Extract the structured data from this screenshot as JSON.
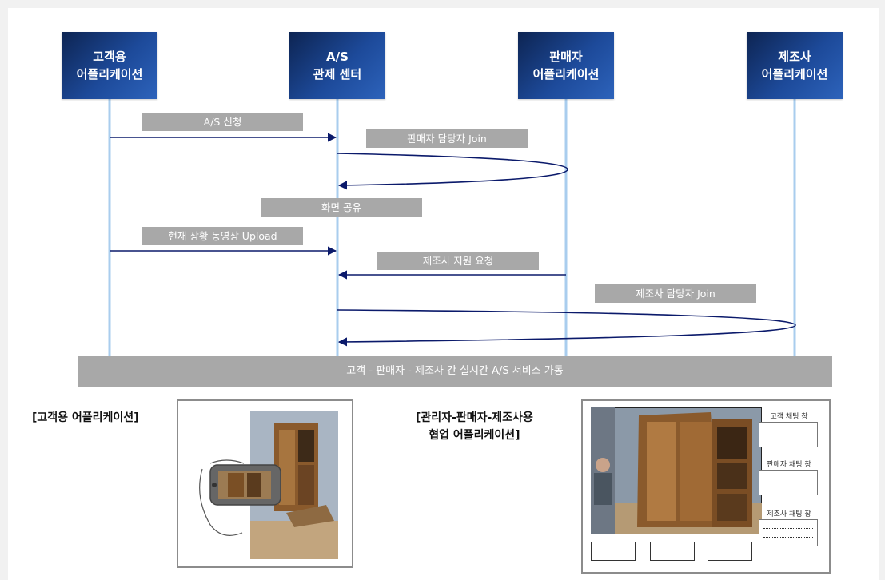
{
  "actors": [
    {
      "label": "고객용\n어플리케이션"
    },
    {
      "label": "A/S\n관제 센터"
    },
    {
      "label": "판매자\n어플리케이션"
    },
    {
      "label": "제조사\n어플리케이션"
    }
  ],
  "messages": {
    "as_request": "A/S 신청",
    "seller_join": "판매자 담당자 Join",
    "screen_share": "화면 공유",
    "video_upload": "현재 상황 동영상 Upload",
    "maker_support": "제조사 지원 요청",
    "maker_join": "제조사 담당자 Join"
  },
  "banner": "고객 - 판매자 - 제조사 간 실시간 A/S 서비스 가동",
  "customer_app_label": "[고객용 어플리케이션]",
  "collab_app_label": "[관리자-판매자-제조사용\n협업 어플리케이션]",
  "chat_windows": [
    {
      "label": "고객 채팅 창"
    },
    {
      "label": "판매자 채팅 창"
    },
    {
      "label": "제조사 채팅 창"
    }
  ],
  "colors": {
    "actor_box": "#1d4a9a",
    "lifeline": "#a9cdee",
    "arrow": "#0b1a6b",
    "message_bg": "#a8a8a8"
  }
}
